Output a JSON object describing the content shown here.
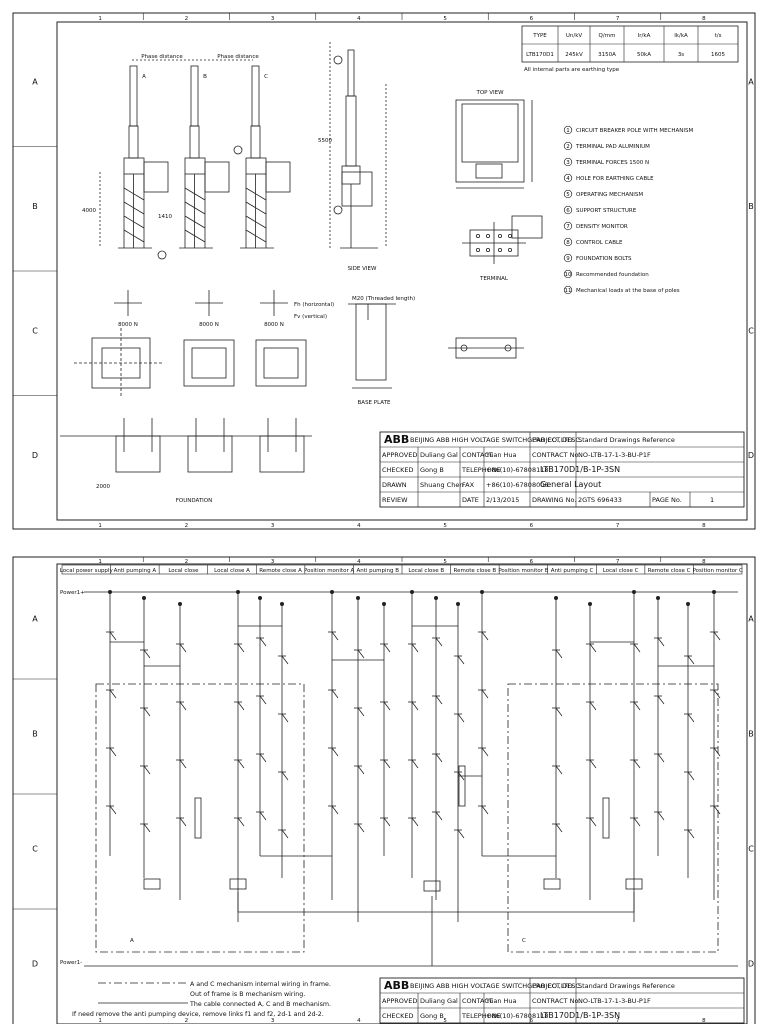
{
  "sheet1": {
    "frame_cols": [
      "1",
      "2",
      "3",
      "4",
      "5",
      "6",
      "7",
      "8"
    ],
    "frame_rows": [
      "A",
      "B",
      "C",
      "D"
    ],
    "top_table": {
      "headers": [
        "TYPE",
        "Un/kV",
        "Q/mm",
        "Ir/kA",
        "Ik/kA",
        "t/s"
      ],
      "row": [
        "LTB170D1",
        "245kV",
        "3150A",
        "50kA",
        "3s",
        "1605"
      ]
    },
    "table_note": "All internal parts are earthing type",
    "view_labels": {
      "phase_a": "A",
      "phase_b": "B",
      "phase_c": "C",
      "side_view": "SIDE VIEW",
      "top_view": "TOP VIEW",
      "terminal": "TERMINAL",
      "base_plate": "BASE PLATE",
      "foundation": "FOUNDATION"
    },
    "dims": {
      "pole_distance_1": "Phase distance",
      "pole_distance_2": "Phase distance",
      "d1": "4000",
      "d2": "1410",
      "d3": "5500",
      "d4": "2000"
    },
    "legend": [
      {
        "num": "1",
        "text": "CIRCUIT BREAKER POLE WITH MECHANISM"
      },
      {
        "num": "2",
        "text": "TERMINAL PAD ALUMINIUM"
      },
      {
        "num": "3",
        "text": "TERMINAL FORCES 1500 N"
      },
      {
        "num": "4",
        "text": "HOLE FOR EARTHING CABLE"
      },
      {
        "num": "5",
        "text": "OPERATING MECHANISM"
      },
      {
        "num": "6",
        "text": "SUPPORT STRUCTURE"
      },
      {
        "num": "7",
        "text": "DENSITY MONITOR"
      },
      {
        "num": "8",
        "text": "CONTROL CABLE"
      },
      {
        "num": "9",
        "text": "FOUNDATION BOLTS"
      },
      {
        "num": "10",
        "text": "Recommended foundation"
      },
      {
        "num": "11",
        "text": "Mechanical loads at the base of poles"
      }
    ],
    "force_labels": [
      "8000 N",
      "8000 N",
      "8000 N"
    ],
    "force_notes": [
      "Fh (horizontal)",
      "Fv (vertical)"
    ],
    "terminal_note": "M20 (Threaded length)",
    "title_block": {
      "company": "BEIJING ABB HIGH VOLTAGE SWITCHGEAR CO.,LTD.",
      "logo": "ABB",
      "project_label": "PROJECT DESC.",
      "project": "Standard Drawings Reference",
      "approved_label": "APPROVED",
      "approved": "Duliang Gal",
      "contact_label": "CONTACT",
      "contact": "Yuan Hua",
      "contract_label": "CONTRACT No.",
      "contract": "NO-LTB-17-1-3-BU-P1F",
      "checked_label": "CHECKED",
      "checked": "Gong B",
      "phone_label": "TELEPHONE",
      "phone": "+86(10)-67808118",
      "drawing_title": "LTB170D1/B-1P-3SN",
      "drawn_label": "DRAWN",
      "drawn": "Shuang Chen",
      "fax_label": "FAX",
      "fax": "+86(10)-67808006",
      "sub_title": "General Layout",
      "review_label": "REVIEW",
      "date_label": "DATE",
      "date": "2/13/2015",
      "drawing_no_label": "DRAWING No.",
      "drawing_no": "2GTS 696433",
      "page_label": "PAGE No.",
      "page": "1"
    }
  },
  "sheet2": {
    "frame_cols": [
      "1",
      "2",
      "3",
      "4",
      "5",
      "6",
      "7",
      "8"
    ],
    "frame_rows": [
      "A",
      "B",
      "C",
      "D"
    ],
    "header_cells": [
      "Local power supply",
      "Anti pumping A",
      "Local close",
      "Local close A",
      "Remote close A",
      "Position monitor A",
      "Anti pumping B",
      "Local close B",
      "Remote close B",
      "Position monitor B",
      "Anti pumping C",
      "Local close C",
      "Remote close C",
      "Position monitor C"
    ],
    "power_plus": "Power1+",
    "power_minus": "Power1-",
    "box_a": "A",
    "box_c": "C",
    "notes": [
      "A and C mechanism internal wiring in frame.",
      "Out of frame is B mechanism wiring.",
      "The cable connected A, C and B mechanism.",
      "If need remove the anti pumping device, remove links f1 and f2, 2d-1 and 2d-2."
    ],
    "title_block": {
      "logo": "ABB",
      "company": "BEIJING ABB HIGH VOLTAGE SWITCHGEAR CO.,LTD.",
      "project_label": "PROJECT DESC.",
      "project": "Standard Drawings Reference",
      "approved_label": "APPROVED",
      "approved": "Duliang Gal",
      "contact_label": "CONTACT",
      "contact": "Yuan Hua",
      "contract_label": "CONTRACT No.",
      "contract": "NO-LTB-17-1-3-BU-P1F",
      "checked_label": "CHECKED",
      "checked": "Gong B",
      "phone_label": "TELEPHONE",
      "phone": "+86(10)-67808118",
      "drawing_title": "LTB170D1/B-1P-3SN"
    }
  }
}
